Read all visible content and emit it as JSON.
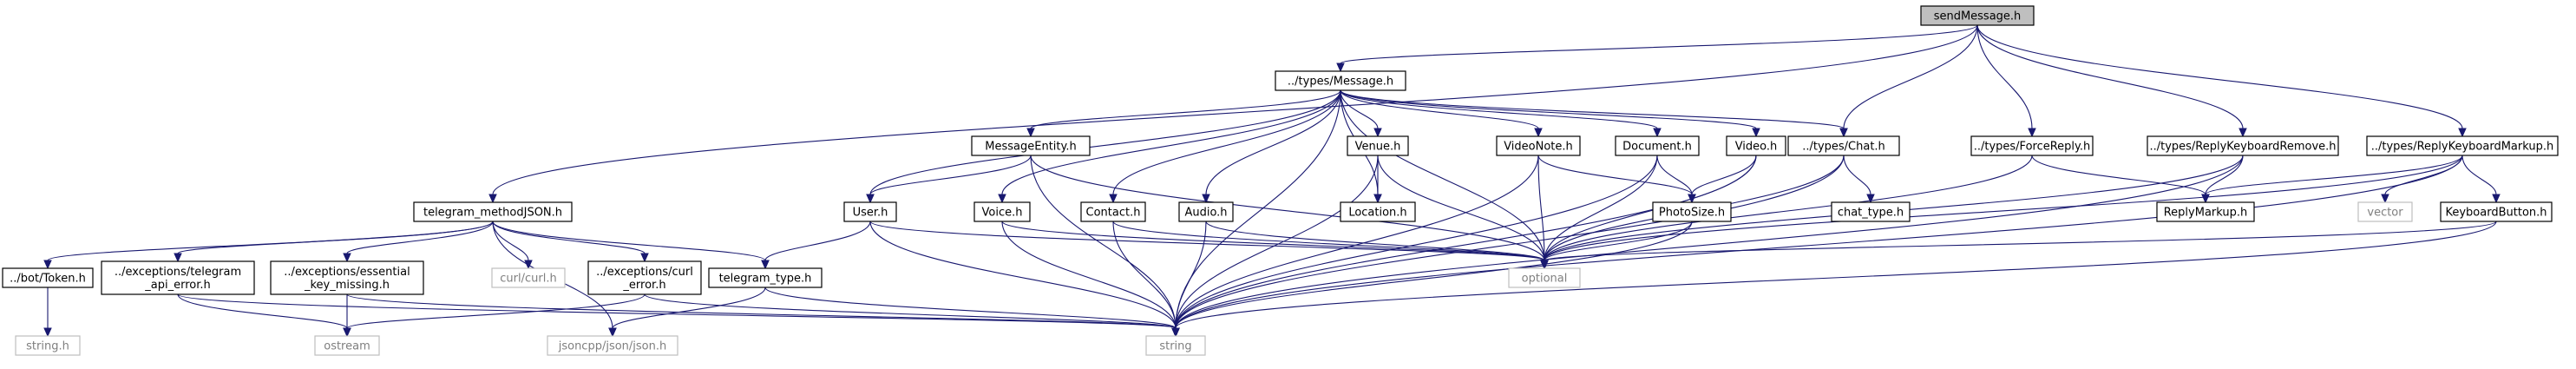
{
  "graph": {
    "colors": {
      "edge": "#191970",
      "root_fill": "#bfbfbf",
      "node_fill": "#ffffff",
      "node_border": "#000000",
      "external_border": "#bfbfbf",
      "external_text": "#7f7f7f"
    },
    "nodes": [
      {
        "id": "sendMessage",
        "label": "sendMessage.h",
        "kind": "root"
      },
      {
        "id": "Message",
        "label": "../types/Message.h",
        "kind": "file"
      },
      {
        "id": "telegram_methodJSON",
        "label": "telegram_methodJSON.h",
        "kind": "file"
      },
      {
        "id": "Chat",
        "label": "../types/Chat.h",
        "kind": "file"
      },
      {
        "id": "ForceReply",
        "label": "../types/ForceReply.h",
        "kind": "file"
      },
      {
        "id": "ReplyKeyboardRemove",
        "label": "../types/ReplyKeyboardRemove.h",
        "kind": "file"
      },
      {
        "id": "ReplyKeyboardMarkup",
        "label": "../types/ReplyKeyboardMarkup.h",
        "kind": "file"
      },
      {
        "id": "MessageEntity",
        "label": "MessageEntity.h",
        "kind": "file"
      },
      {
        "id": "Venue",
        "label": "Venue.h",
        "kind": "file"
      },
      {
        "id": "VideoNote",
        "label": "VideoNote.h",
        "kind": "file"
      },
      {
        "id": "Document",
        "label": "Document.h",
        "kind": "file"
      },
      {
        "id": "Video",
        "label": "Video.h",
        "kind": "file"
      },
      {
        "id": "User",
        "label": "User.h",
        "kind": "file"
      },
      {
        "id": "Voice",
        "label": "Voice.h",
        "kind": "file"
      },
      {
        "id": "Contact",
        "label": "Contact.h",
        "kind": "file"
      },
      {
        "id": "Audio",
        "label": "Audio.h",
        "kind": "file"
      },
      {
        "id": "Location",
        "label": "Location.h",
        "kind": "file"
      },
      {
        "id": "PhotoSize",
        "label": "PhotoSize.h",
        "kind": "file"
      },
      {
        "id": "chat_type",
        "label": "chat_type.h",
        "kind": "file"
      },
      {
        "id": "ReplyMarkup",
        "label": "ReplyMarkup.h",
        "kind": "file"
      },
      {
        "id": "vector",
        "label": "vector",
        "kind": "external"
      },
      {
        "id": "KeyboardButton",
        "label": "KeyboardButton.h",
        "kind": "file"
      },
      {
        "id": "Token",
        "label": "../bot/Token.h",
        "kind": "file"
      },
      {
        "id": "telegram_api_error",
        "label": [
          "../exceptions/telegram",
          "_api_error.h"
        ],
        "kind": "file"
      },
      {
        "id": "essential_key_missing",
        "label": [
          "../exceptions/essential",
          "_key_missing.h"
        ],
        "kind": "file"
      },
      {
        "id": "curl",
        "label": "curl/curl.h",
        "kind": "external"
      },
      {
        "id": "curl_error",
        "label": [
          "../exceptions/curl",
          "_error.h"
        ],
        "kind": "file"
      },
      {
        "id": "telegram_type",
        "label": "telegram_type.h",
        "kind": "file"
      },
      {
        "id": "optional",
        "label": "optional",
        "kind": "external"
      },
      {
        "id": "string_h",
        "label": "string.h",
        "kind": "external"
      },
      {
        "id": "ostream",
        "label": "ostream",
        "kind": "external"
      },
      {
        "id": "jsoncpp",
        "label": "jsoncpp/json/json.h",
        "kind": "external"
      },
      {
        "id": "string",
        "label": "string",
        "kind": "external"
      }
    ],
    "edges": [
      [
        "sendMessage",
        "Message"
      ],
      [
        "sendMessage",
        "telegram_methodJSON"
      ],
      [
        "sendMessage",
        "Chat"
      ],
      [
        "sendMessage",
        "ForceReply"
      ],
      [
        "sendMessage",
        "ReplyKeyboardRemove"
      ],
      [
        "sendMessage",
        "ReplyKeyboardMarkup"
      ],
      [
        "Message",
        "MessageEntity"
      ],
      [
        "Message",
        "User"
      ],
      [
        "Message",
        "Venue"
      ],
      [
        "Message",
        "VideoNote"
      ],
      [
        "Message",
        "Document"
      ],
      [
        "Message",
        "Video"
      ],
      [
        "Message",
        "Chat"
      ],
      [
        "Message",
        "Voice"
      ],
      [
        "Message",
        "Contact"
      ],
      [
        "Message",
        "Audio"
      ],
      [
        "Message",
        "Location"
      ],
      [
        "Message",
        "optional"
      ],
      [
        "Message",
        "string"
      ],
      [
        "MessageEntity",
        "User"
      ],
      [
        "MessageEntity",
        "optional"
      ],
      [
        "MessageEntity",
        "string"
      ],
      [
        "Venue",
        "Location"
      ],
      [
        "Venue",
        "optional"
      ],
      [
        "Venue",
        "string"
      ],
      [
        "VideoNote",
        "PhotoSize"
      ],
      [
        "VideoNote",
        "optional"
      ],
      [
        "VideoNote",
        "string"
      ],
      [
        "Document",
        "PhotoSize"
      ],
      [
        "Document",
        "optional"
      ],
      [
        "Document",
        "string"
      ],
      [
        "Video",
        "PhotoSize"
      ],
      [
        "Video",
        "optional"
      ],
      [
        "Video",
        "string"
      ],
      [
        "Chat",
        "chat_type"
      ],
      [
        "Chat",
        "optional"
      ],
      [
        "Chat",
        "string"
      ],
      [
        "ForceReply",
        "ReplyMarkup"
      ],
      [
        "ForceReply",
        "optional"
      ],
      [
        "ReplyKeyboardRemove",
        "ReplyMarkup"
      ],
      [
        "ReplyKeyboardRemove",
        "optional"
      ],
      [
        "ReplyKeyboardRemove",
        "string"
      ],
      [
        "ReplyKeyboardMarkup",
        "ReplyMarkup"
      ],
      [
        "ReplyKeyboardMarkup",
        "vector"
      ],
      [
        "ReplyKeyboardMarkup",
        "KeyboardButton"
      ],
      [
        "ReplyKeyboardMarkup",
        "optional"
      ],
      [
        "ReplyKeyboardMarkup",
        "string"
      ],
      [
        "KeyboardButton",
        "optional"
      ],
      [
        "KeyboardButton",
        "string"
      ],
      [
        "User",
        "telegram_type"
      ],
      [
        "User",
        "optional"
      ],
      [
        "User",
        "string"
      ],
      [
        "Voice",
        "optional"
      ],
      [
        "Voice",
        "string"
      ],
      [
        "Contact",
        "optional"
      ],
      [
        "Contact",
        "string"
      ],
      [
        "Audio",
        "optional"
      ],
      [
        "Audio",
        "string"
      ],
      [
        "PhotoSize",
        "optional"
      ],
      [
        "PhotoSize",
        "string"
      ],
      [
        "telegram_methodJSON",
        "Token"
      ],
      [
        "telegram_methodJSON",
        "telegram_api_error"
      ],
      [
        "telegram_methodJSON",
        "essential_key_missing"
      ],
      [
        "telegram_methodJSON",
        "curl"
      ],
      [
        "telegram_methodJSON",
        "curl_error"
      ],
      [
        "telegram_methodJSON",
        "telegram_type"
      ],
      [
        "telegram_methodJSON",
        "jsoncpp"
      ],
      [
        "Token",
        "string_h"
      ],
      [
        "telegram_api_error",
        "ostream"
      ],
      [
        "telegram_api_error",
        "string"
      ],
      [
        "essential_key_missing",
        "ostream"
      ],
      [
        "essential_key_missing",
        "string"
      ],
      [
        "curl_error",
        "ostream"
      ],
      [
        "curl_error",
        "string"
      ],
      [
        "telegram_type",
        "jsoncpp"
      ],
      [
        "telegram_type",
        "string"
      ]
    ]
  }
}
